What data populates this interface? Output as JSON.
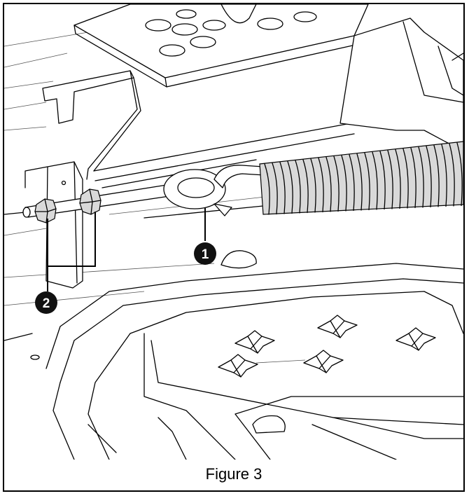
{
  "figure": {
    "caption": "Figure 3"
  },
  "callouts": [
    {
      "label": "1",
      "target": "spring-eye-hook"
    },
    {
      "label": "2",
      "target": "hex-nuts"
    }
  ],
  "colors": {
    "line": "#000000",
    "spring_fill": "#d9d9d9",
    "badge": "#111111",
    "badge_text": "#ffffff"
  }
}
